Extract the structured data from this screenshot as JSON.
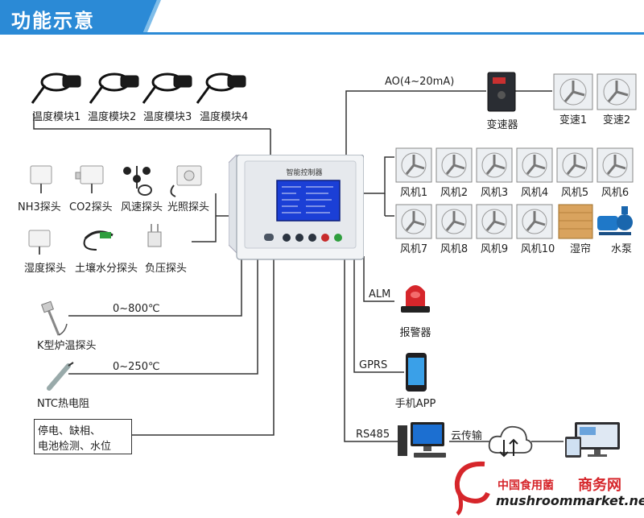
{
  "header": {
    "title": "功能示意"
  },
  "controller": {
    "title": "智能控制器"
  },
  "left_top_modules": [
    "温度模块1",
    "温度模块2",
    "温度模块3",
    "温度模块4"
  ],
  "left_mid_probes_row1": [
    "NH3探头",
    "CO2探头",
    "风速探头",
    "光照探头"
  ],
  "left_mid_probes_row2": [
    "湿度探头",
    "土壤水分探头",
    "负压探头"
  ],
  "k_probe": {
    "label": "K型炉温探头",
    "range": "0~800℃"
  },
  "ntc": {
    "label": "NTC热电阻",
    "range": "0~250℃"
  },
  "alarm_inputs": {
    "line1": "停电、缺相、",
    "line2": "电池检测、水位"
  },
  "right": {
    "ao_label": "AO(4~20mA)",
    "inverter_label": "变速器",
    "var_fans": [
      "变速1",
      "变速2"
    ],
    "fans_row1": [
      "风机1",
      "风机2",
      "风机3",
      "风机4",
      "风机5",
      "风机6"
    ],
    "fans_row2": [
      "风机7",
      "风机8",
      "风机9",
      "风机10"
    ],
    "wet_curtain": "湿帘",
    "pump": "水泵",
    "alm_label": "ALM",
    "alarm_device": "报警器",
    "gprs_label": "GPRS",
    "phone_app": "手机APP",
    "rs485_label": "RS485",
    "cloud_label": "云传输"
  },
  "watermark": {
    "cn_small": "中国食用菌",
    "cn_big": "商务网",
    "url": "mushroommarket.net"
  },
  "colors": {
    "header_blue": "#2b8ad6",
    "line": "#333333",
    "lcd_blue": "#1b3fd6",
    "alarm_red": "#d6262b"
  }
}
